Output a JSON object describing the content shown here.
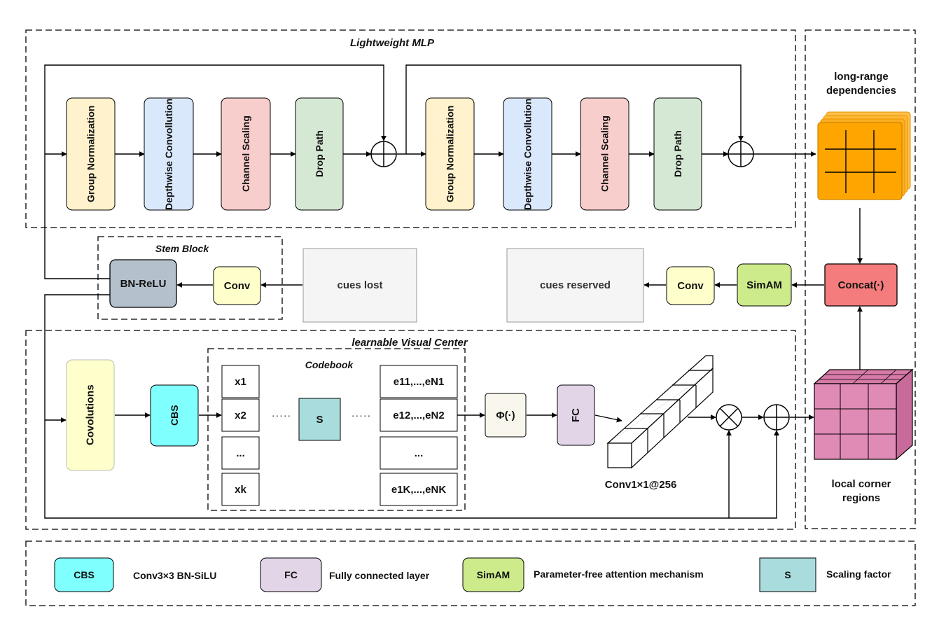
{
  "sections": {
    "mlp_title": "Lightweight MLP",
    "stem_title": "Stem Block",
    "lvc_title": "learnable Visual Center",
    "codebook_title": "Codebook"
  },
  "mlp": {
    "blocks": [
      {
        "label": "Group Normalization",
        "color": "#fff2cc"
      },
      {
        "label": "Depthwise Convollution",
        "color": "#dae8fc"
      },
      {
        "label": "Channel Scaling",
        "color": "#f8cecc"
      },
      {
        "label": "Drop Path",
        "color": "#d5e8d4"
      },
      {
        "label": "Group Normalization",
        "color": "#fff2cc"
      },
      {
        "label": "Depthwise Convollution",
        "color": "#dae8fc"
      },
      {
        "label": "Channel Scaling",
        "color": "#f8cecc"
      },
      {
        "label": "Drop Path",
        "color": "#d5e8d4"
      }
    ]
  },
  "right_col": {
    "top_label": "long-range dependencies",
    "bottom_label": "local corner regions",
    "concat": "Concat(·)",
    "orange": "#ffb020",
    "pink": "#e07aa8"
  },
  "middle": {
    "bn_relu": "BN-ReLU",
    "stem_conv": "Conv",
    "cues_lost": "cues lost",
    "cues_reserved": "cues reserved",
    "conv": "Conv",
    "simam": "SimAM"
  },
  "lvc": {
    "covolutions": "Covolutions",
    "cbs": "CBS",
    "x_items": [
      "x1",
      "x2",
      "...",
      "xk"
    ],
    "dots_left": "·····",
    "s": "S",
    "dots_right": "·····",
    "e_items": [
      "e11,...,eN1",
      "e12,...,eN2",
      "...",
      "e1K,...,eNK"
    ],
    "phi": "Φ(·)",
    "fc": "FC",
    "conv_label": "Conv1×1@256"
  },
  "legend": [
    {
      "key": "CBS",
      "text": "Conv3×3 BN-SiLU",
      "color": "#80ffff"
    },
    {
      "key": "FC",
      "text": "Fully connected layer",
      "color": "#e1d5e7"
    },
    {
      "key": "SimAM",
      "text": "Parameter-free attention mechanism",
      "color": "#cdeb8b"
    },
    {
      "key": "S",
      "text": "Scaling factor",
      "color": "#a9dcdc"
    }
  ],
  "colors": {
    "bn_relu": "#b4c0cc",
    "conv": "#ffffcc",
    "cues": "#f5f5f5",
    "simam": "#cdeb8b",
    "concat": "#f47c7c",
    "covolutions": "#ffffcc",
    "cbs": "#80ffff",
    "s": "#a9dcdc",
    "phi": "#f9f7ed",
    "fc": "#e1d5e7"
  }
}
